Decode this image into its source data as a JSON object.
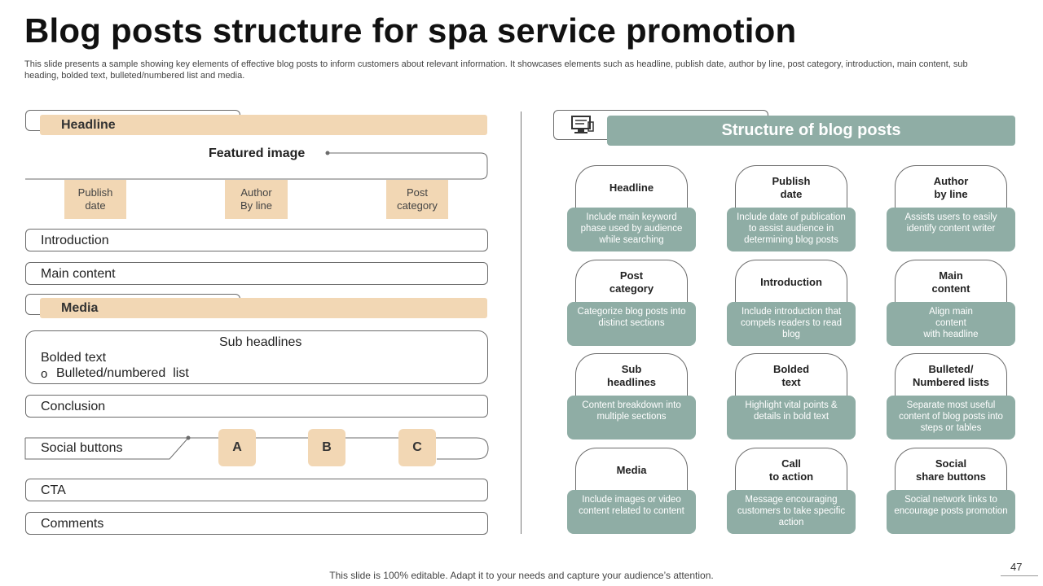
{
  "slide": {
    "title": "Blog posts structure for spa service promotion",
    "subtitle": "This slide presents a sample showing key elements of effective blog posts to inform customers about relevant information. It showcases elements such as headline, publish date, author by line, post category, introduction, main content, sub heading, bolded text, bulleted/numbered list and media.",
    "footer": "This slide is 100% editable. Adapt it to your needs and capture your audience’s attention.",
    "page_number": "47"
  },
  "left": {
    "headline": "Headline",
    "featured_image": "Featured image",
    "meta_boxes": [
      {
        "label": "Publish\ndate"
      },
      {
        "label": "Author\nBy line"
      },
      {
        "label": "Post\ncategory"
      }
    ],
    "introduction": "Introduction",
    "main_content": "Main content",
    "media": "Media",
    "sub_headlines": "Sub headlines",
    "bolded_text": "Bolded text",
    "bullet_marker": "o",
    "bulleted_list": "Bulleted/numbered  list",
    "conclusion": "Conclusion",
    "social_buttons": "Social buttons",
    "buttons": [
      "A",
      "B",
      "C"
    ],
    "cta": "CTA",
    "comments": "Comments"
  },
  "right": {
    "banner": "Structure of blog posts",
    "icon": "computer-monitor-icon",
    "cards": [
      {
        "title": "Headline",
        "desc": "Include main keyword phase used by audience while searching"
      },
      {
        "title": "Publish\ndate",
        "desc": "Include date of publication to assist audience in determining blog posts"
      },
      {
        "title": "Author\nby line",
        "desc": "Assists users to easily identify content writer"
      },
      {
        "title": "Post\ncategory",
        "desc": "Categorize blog posts into distinct sections"
      },
      {
        "title": "Introduction",
        "desc": "Include introduction that compels readers to read blog"
      },
      {
        "title": "Main\ncontent",
        "desc": "Align main\ncontent\nwith headline"
      },
      {
        "title": "Sub\nheadlines",
        "desc": "Content breakdown into multiple sections"
      },
      {
        "title": "Bolded\ntext",
        "desc": "Highlight vital points & details in bold text"
      },
      {
        "title": "Bulleted/\nNumbered lists",
        "desc": "Separate most useful content of blog posts into steps or tables"
      },
      {
        "title": "Media",
        "desc": "Include images or video content related to content"
      },
      {
        "title": "Call\nto action",
        "desc": "Message encouraging customers to take specific action"
      },
      {
        "title": "Social\nshare buttons",
        "desc": "Social network links to encourage posts promotion"
      }
    ]
  },
  "colors": {
    "beige": "#f2d7b4",
    "sage": "#8fada5"
  }
}
